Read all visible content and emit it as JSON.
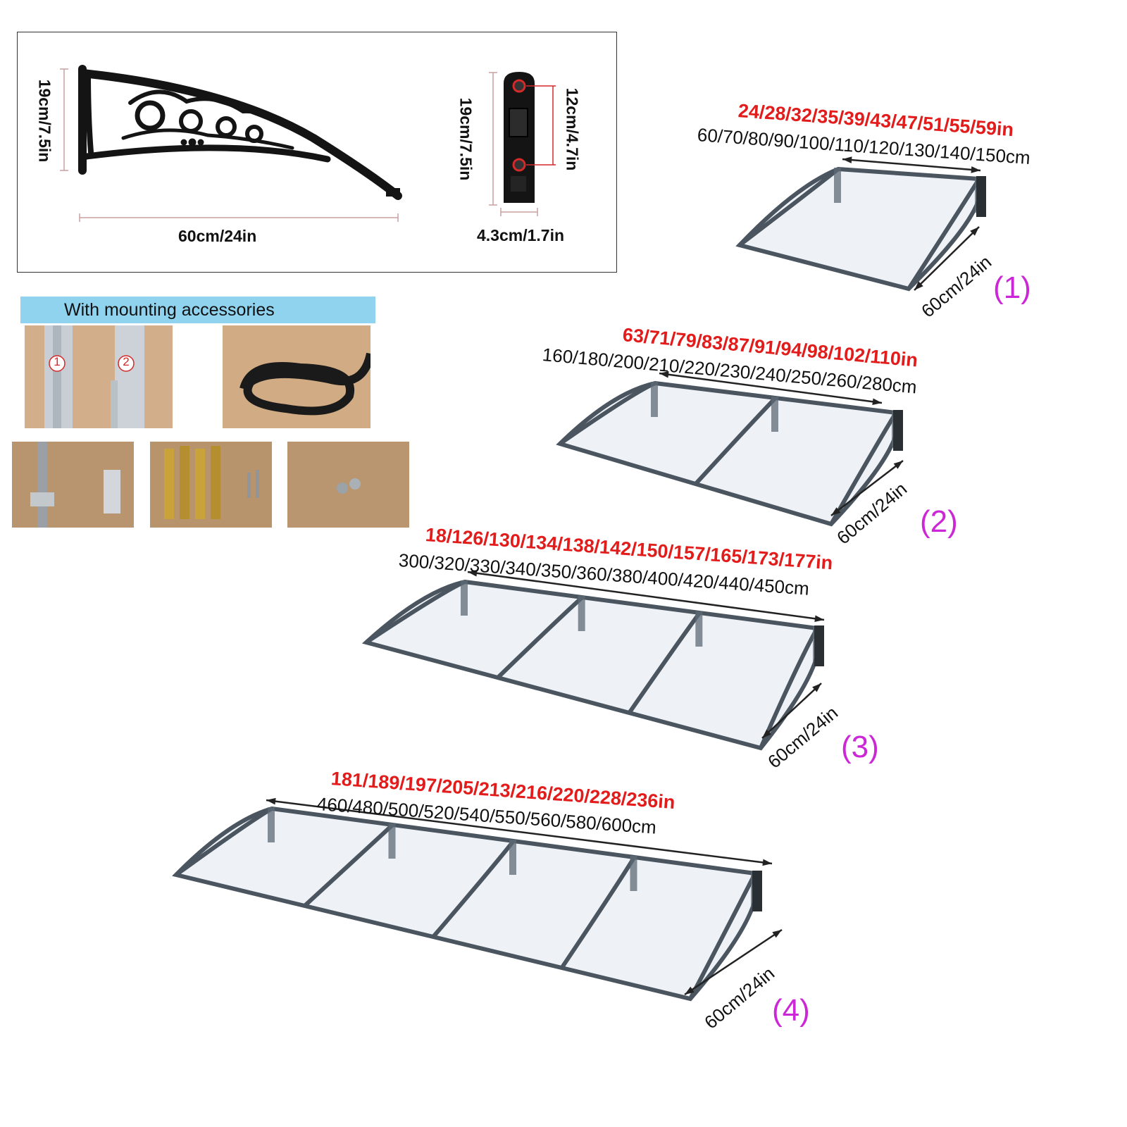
{
  "bracket": {
    "side_height": "19cm/7.5in",
    "length": "60cm/24in",
    "plate_height": "19cm/7.5in",
    "hole_spacing": "12cm/4.7in",
    "plate_width": "4.3cm/1.7in"
  },
  "accessories": {
    "header": "With mounting accessories",
    "rail_1_number": "1",
    "rail_2_number": "2"
  },
  "canopies": [
    {
      "index": "(1)",
      "inches": "24/28/32/35/39/43/47/51/55/59in",
      "cm": "60/70/80/90/100/110/120/130/140/150cm",
      "depth": "60cm/24in",
      "panels": 1
    },
    {
      "index": "(2)",
      "inches": "63/71/79/83/87/91/94/98/102/110in",
      "cm": "160/180/200/210/220/230/240/250/260/280cm",
      "depth": "60cm/24in",
      "panels": 2
    },
    {
      "index": "(3)",
      "inches": "18/126/130/134/138/142/150/157/165/173/177in",
      "cm": "300/320/330/340/350/360/380/400/420/440/450cm",
      "depth": "60cm/24in",
      "panels": 3
    },
    {
      "index": "(4)",
      "inches": "181/189/197/205/213/216/220/228/236in",
      "cm": "460/480/500/520/540/550/560/580/600cm",
      "depth": "60cm/24in",
      "panels": 4
    }
  ],
  "colors": {
    "inch_text": "#e21b1b",
    "index_text": "#cc27d6",
    "frame": "#4a5560",
    "header_bg": "#8fd3ef"
  }
}
